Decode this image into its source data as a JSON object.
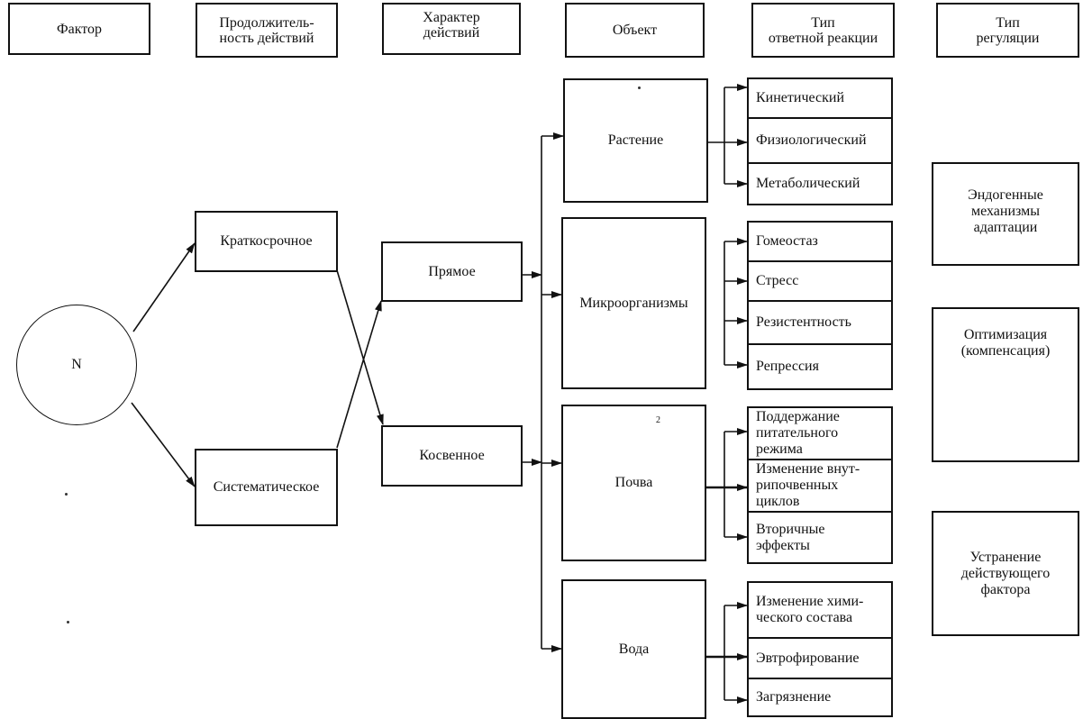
{
  "headers": {
    "factor": "Фактор",
    "duration": "Продолжитель-\nность действий",
    "character": "Характер\nдействий",
    "object": "Объект",
    "response": "Тип\nответной реакции",
    "regulation": "Тип\nрегуляции"
  },
  "factor_node": "N",
  "duration": {
    "short": "Краткосрочное",
    "systematic": "Систематическое"
  },
  "character": {
    "direct": "Прямое",
    "indirect": "Косвенное"
  },
  "objects": {
    "plant": "Растение",
    "microorganisms": "Микроорганизмы",
    "soil": "Почва",
    "water": "Вода"
  },
  "plant_responses": [
    "Кинетический",
    "Физиологический",
    "Метаболический"
  ],
  "micro_responses": [
    "Гомеостаз",
    "Стресс",
    "Резистентность",
    "Репрессия"
  ],
  "soil_responses": [
    "Поддержание\nпитательного\nрежима",
    "Изменение внут-\nрипочвенных\nциклов",
    "Вторичные\nэффекты"
  ],
  "water_responses": [
    "Изменение хими-\nческого состава",
    "Эвтрофирование",
    "Загрязнение"
  ],
  "regulation": {
    "endogenous": "Эндогенные\nмеханизмы\nадаптации",
    "optimization": "Оптимизация\n(компенсация)",
    "elimination": "Устранение\nдействующего\nфактора"
  },
  "soil_mark": "2"
}
